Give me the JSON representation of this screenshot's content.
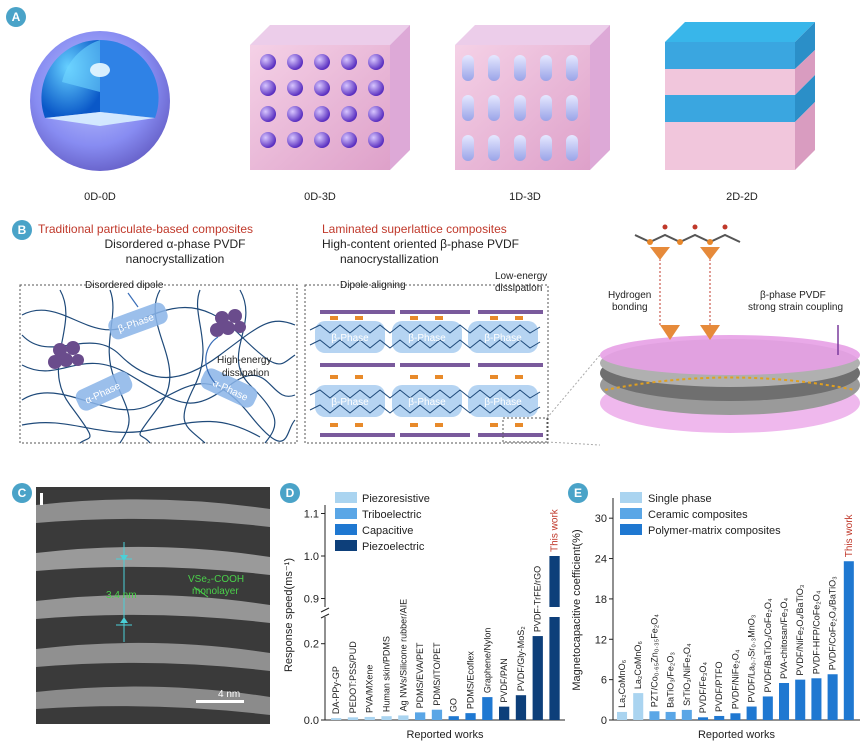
{
  "panel_a": {
    "label": "A",
    "captions": [
      "0D-0D",
      "0D-3D",
      "1D-3D",
      "2D-2D"
    ]
  },
  "panel_b": {
    "label": "B",
    "left_title": "Traditional particulate-based composites",
    "left_subtitle_1": "Disordered α-phase PVDF",
    "left_subtitle_2": "nanocrystallization",
    "left_dipole": "Disordered dipole",
    "left_energy_1": "High-energy",
    "left_energy_2": "dissipation",
    "phase_label": "β-Phase",
    "alpha_label": "α-Phase",
    "mid_title": "Laminated superlattice composites",
    "mid_subtitle_1": "High-content oriented β-phase PVDF",
    "mid_subtitle_2": "nanocrystallization",
    "mid_dipole": "Dipole aligning",
    "mid_energy_1": "Low-energy",
    "mid_energy_2": "dissipation",
    "right_hbond_1": "Hydrogen",
    "right_hbond_2": "bonding",
    "right_beta_1": "β-phase PVDF",
    "right_beta_2": "strong strain coupling"
  },
  "panel_c": {
    "label": "C",
    "spacing": "3.4 nm",
    "layer_1": "VSe₂-COOH",
    "layer_2": "monolayer",
    "scale": "4 nm"
  },
  "panel_d": {
    "label": "D",
    "ylabel": "Response speed(ms⁻¹)",
    "xlabel": "Reported works",
    "this_work": "This work"
  },
  "panel_e": {
    "label": "E",
    "ylabel": "Magnetocapacitive coefficient(%)",
    "xlabel": "Reported works",
    "this_work": "This work"
  },
  "colors": {
    "accent_red": "#c0392b",
    "badge": "#4aa3c8",
    "light_blue": "#aad4f0",
    "mid_blue": "#5aa6e6",
    "blue": "#1f78d1",
    "dark_blue": "#0d3f7a"
  },
  "chart_data": [
    {
      "type": "bar",
      "panel": "D",
      "xlabel": "Reported works",
      "ylabel": "Response speed(ms⁻¹)",
      "yticks_low": [
        0.0,
        0.2
      ],
      "yticks_high": [
        0.9,
        1.0,
        1.1
      ],
      "ylim_low": [
        0,
        0.27
      ],
      "ylim_high": [
        0.88,
        1.12
      ],
      "legend": [
        {
          "name": "Piezoresistive",
          "color": "#aad4f0"
        },
        {
          "name": "Triboelectric",
          "color": "#5aa6e6"
        },
        {
          "name": "Capacitive",
          "color": "#1f78d1"
        },
        {
          "name": "Piezoelectric",
          "color": "#0d3f7a"
        }
      ],
      "categories": [
        "DA-PPy-GP",
        "PEDOT:PSS/PUD",
        "PVA/MXene",
        "Human skin/PDMS",
        "Ag NWs/Silicone rubber/AIE",
        "PDMS/EVA/PET",
        "PDMS/ITO/PET",
        "GO",
        "PDMS/Ecoflex",
        "Graphene/Nylon",
        "PVDF/PAN",
        "PVDF/Gly-MoS₂",
        "PVDF-TrFE/rGO",
        "This work"
      ],
      "groups": [
        "Piezoresistive",
        "Piezoresistive",
        "Piezoresistive",
        "Piezoresistive",
        "Piezoresistive",
        "Triboelectric",
        "Triboelectric",
        "Capacitive",
        "Capacitive",
        "Capacitive",
        "Piezoelectric",
        "Piezoelectric",
        "Piezoelectric",
        "Piezoelectric"
      ],
      "values": [
        0.005,
        0.007,
        0.008,
        0.01,
        0.012,
        0.02,
        0.027,
        0.01,
        0.018,
        0.06,
        0.035,
        0.065,
        0.22,
        1.0
      ]
    },
    {
      "type": "bar",
      "panel": "E",
      "xlabel": "Reported works",
      "ylabel": "Magnetocapacitive coefficient(%)",
      "ylim": [
        0,
        33
      ],
      "yticks": [
        0,
        6,
        12,
        18,
        24,
        30
      ],
      "legend": [
        {
          "name": "Single phase",
          "color": "#aad4f0"
        },
        {
          "name": "Ceramic composites",
          "color": "#5aa6e6"
        },
        {
          "name": "Polymer-matrix composites",
          "color": "#1f78d1"
        }
      ],
      "categories": [
        "La₂CoMnO₆",
        "La₂CoMnO₆",
        "PZT/Co₀.₆₅Zn₀.₃₅Fe₂O₄",
        "BaTiO₃/Fe₂O₃",
        "SrTiO₃/NiFe₂O₄",
        "PVDF/Fe₃O₄",
        "PVDF/PTFO",
        "PVDF/NiFe₂O₄",
        "PVDF/La₀.₇Sr₀.₃MnO₃",
        "PVDF/BaTiO₃/CoFe₂O₄",
        "PVA-chitosan/Fe₃O₄",
        "PVDF/NiFe₂O₄/BaTiO₃",
        "PVDF-HFP/CoFe₂O₄",
        "PVDF/CoFe₂O₄/BaTiO₃",
        "This work"
      ],
      "groups": [
        "Single phase",
        "Single phase",
        "Ceramic composites",
        "Ceramic composites",
        "Ceramic composites",
        "Polymer-matrix composites",
        "Polymer-matrix composites",
        "Polymer-matrix composites",
        "Polymer-matrix composites",
        "Polymer-matrix composites",
        "Polymer-matrix composites",
        "Polymer-matrix composites",
        "Polymer-matrix composites",
        "Polymer-matrix composites",
        "Polymer-matrix composites"
      ],
      "values": [
        1.2,
        4.0,
        1.3,
        1.2,
        1.5,
        0.4,
        0.6,
        1.0,
        2.0,
        3.5,
        5.5,
        6.0,
        6.2,
        6.8,
        23.6
      ]
    }
  ]
}
